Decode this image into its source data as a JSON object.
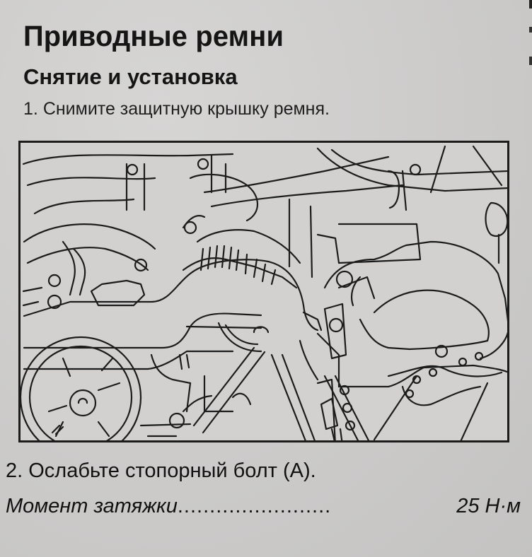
{
  "document": {
    "title": "Приводные ремни",
    "subtitle": "Снятие и установка",
    "steps": [
      {
        "number": "1.",
        "text": "Снимите защитную крышку ремня."
      },
      {
        "number": "2.",
        "text": "Ослабьте стопорный болт (A)."
      }
    ],
    "specification": {
      "label": "Момент затяжки",
      "leader": "........................",
      "value": "25 Н·м"
    }
  },
  "figure": {
    "description": "Line drawing of engine drive belt area with belt cover, pulleys and bolts",
    "style": {
      "line_color": "#1c1c1c",
      "fill_color": "#d2d1d0"
    }
  }
}
